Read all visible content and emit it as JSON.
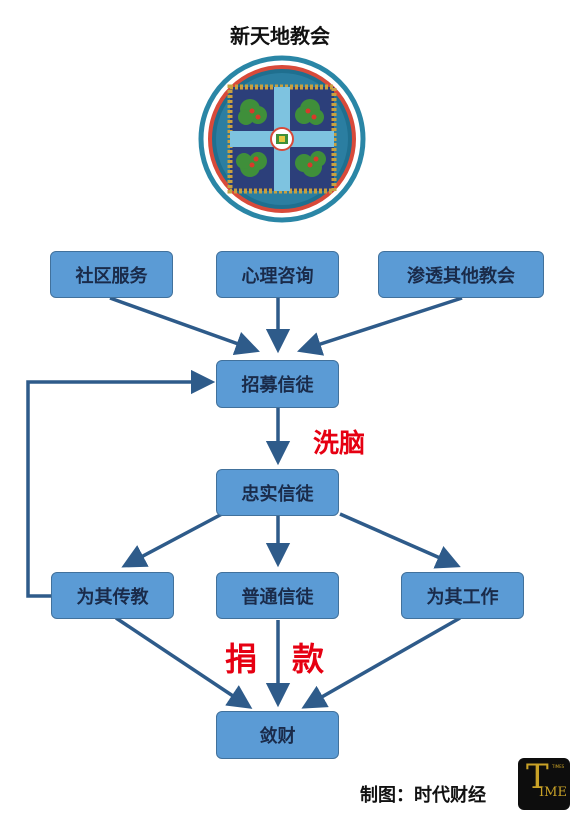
{
  "title": "新天地教会",
  "nodes": {
    "community": "社区服务",
    "counseling": "心理咨询",
    "infiltrate": "渗透其他教会",
    "recruit": "招募信徒",
    "loyal": "忠实信徒",
    "preach": "为其传教",
    "ordinary": "普通信徒",
    "work": "为其工作",
    "collect": "敛财"
  },
  "labels": {
    "brainwash": "洗脑",
    "donate_1": "捐",
    "donate_2": "款"
  },
  "credit": "制图：时代财经",
  "badge": {
    "big": "T",
    "small": "IME",
    "tiny": "TIMES"
  },
  "colors": {
    "node_fill": "#5b9bd5",
    "arrow": "#2e5b8a",
    "label_red": "#e60012"
  }
}
